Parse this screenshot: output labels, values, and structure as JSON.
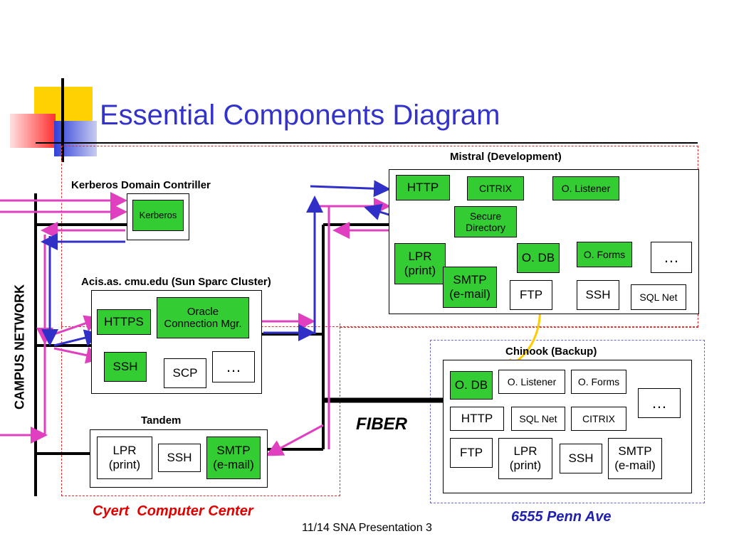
{
  "slide": {
    "title": "Essential Components Diagram",
    "footer": "11/14 SNA Presentation 3"
  },
  "network": {
    "campus_label": "CAMPUS NETWORK",
    "fiber_label": "FIBER"
  },
  "sites": {
    "cyert": "Cyert  Computer Center",
    "penn": "6555 Penn Ave"
  },
  "kerberos": {
    "title": "Kerberos Domain Contriller",
    "box": "Kerberos"
  },
  "acis": {
    "title": "Acis.as. cmu.edu (Sun Sparc Cluster)",
    "https": "HTTPS",
    "oracle": "Oracle\nConnection Mgr.",
    "ssh": "SSH",
    "scp": "SCP",
    "more": "…"
  },
  "tandem": {
    "title": "Tandem",
    "lpr": "LPR\n(print)",
    "ssh": "SSH",
    "smtp": "SMTP\n(e-mail)"
  },
  "mistral": {
    "title": "Mistral (Development)",
    "http": "HTTP",
    "citrix": "CITRIX",
    "listener": "O. Listener",
    "secure": "Secure\nDirectory",
    "lpr": "LPR\n(print)",
    "smtp": "SMTP\n(e-mail)",
    "odb": "O. DB",
    "forms": "O. Forms",
    "ftp": "FTP",
    "ssh": "SSH",
    "sqlnet": "SQL Net",
    "more": "…"
  },
  "chinook": {
    "title": "Chinook (Backup)",
    "odb": "O. DB",
    "listener": "O. Listener",
    "forms": "O. Forms",
    "http": "HTTP",
    "sqlnet": "SQL Net",
    "citrix": "CITRIX",
    "ftp": "FTP",
    "lpr": "LPR\n(print)",
    "ssh": "SSH",
    "smtp": "SMTP\n(e-mail)",
    "more": "…"
  },
  "colors": {
    "title": "#3333cc",
    "green": "#33cc33",
    "red_dash": "#e03030",
    "blue_dash": "#6a6ad0",
    "magenta": "#e040c0",
    "blue": "#3030c8",
    "gold": "#ffcc00"
  }
}
